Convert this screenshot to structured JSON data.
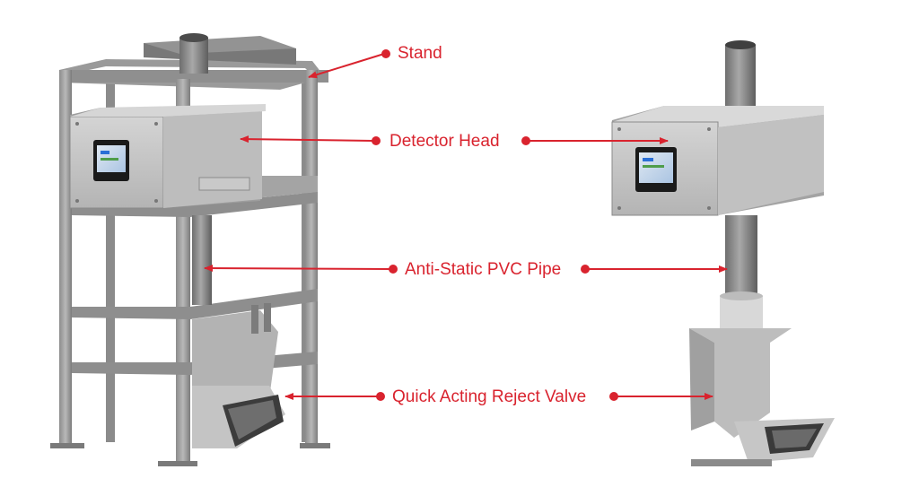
{
  "labels": {
    "stand": "Stand",
    "detector_head": "Detector Head",
    "pipe": "Anti-Static PVC Pipe",
    "valve": "Quick Acting Reject Valve"
  },
  "colors": {
    "callout": "#d9232e",
    "steel_light": "#c9c9c9",
    "steel_mid": "#a3a3a3",
    "steel_dark": "#6f6f6f",
    "pipe": "#8a8a8a",
    "screen": "#2a6fd6"
  },
  "icons": [
    "callout-dot-icon",
    "arrowhead-icon"
  ]
}
